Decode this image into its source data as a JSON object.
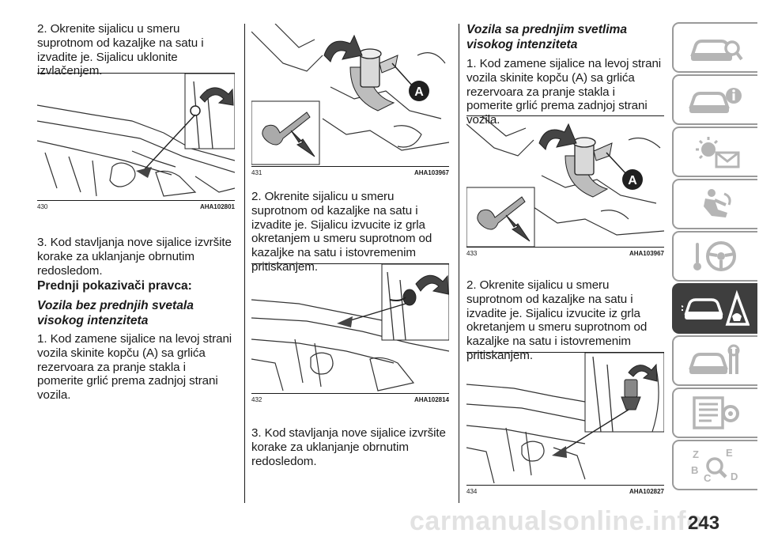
{
  "column1": {
    "p1": "2. Okrenite sijalicu u smeru suprotnom od kazaljke na satu i izvadite je. Sijalicu uklonite izvlačenjem.",
    "fig430": {
      "number": "430",
      "code": "AHA102801"
    },
    "p2": "3. Kod stavljanja nove sijalice izvršite korake za uklanjanje obrnutim redosledom.",
    "heading": "Prednji pokazivači pravca:",
    "subheading": "Vozila bez prednjih svetala visokog intenziteta",
    "p3": "1. Kod zamene sijalice na levoj strani vozila skinite kopču (A) sa grlića rezervoara za pranje stakla i pomerite grlić prema zadnjoj strani vozila."
  },
  "column2": {
    "fig431": {
      "number": "431",
      "code": "AHA103967",
      "label": "A"
    },
    "p1": "2. Okrenite sijalicu u smeru suprotnom od kazaljke na satu i izvadite je. Sijalicu izvucite iz grla okretanjem u smeru suprotnom od kazaljke na satu i istovremenim pritiskanjem.",
    "fig432": {
      "number": "432",
      "code": "AHA102814"
    },
    "p2": "3. Kod stavljanja nove sijalice izvršite korake za uklanjanje obrnutim redosledom."
  },
  "column3": {
    "subheading": "Vozila sa prednjim svetlima visokog intenziteta",
    "p1": "1. Kod zamene sijalice na levoj strani vozila skinite kopču (A) sa grlića rezervoara za pranje stakla i pomerite grlić prema zadnjoj strani vozila.",
    "fig433": {
      "number": "433",
      "code": "AHA103967",
      "label": "A"
    },
    "p2": "2. Okrenite sijalicu u smeru suprotnom od kazaljke na satu i izvadite je. Sijalicu izvucite iz grla okretanjem u smeru suprotnom od kazaljke na satu i istovremenim pritiskanjem.",
    "fig434": {
      "number": "434",
      "code": "AHA102827"
    }
  },
  "sidebar": {
    "tabs": [
      {
        "icon": "car-search-icon",
        "active": false
      },
      {
        "icon": "car-info-icon",
        "active": false
      },
      {
        "icon": "warning-light-envelope-icon",
        "active": false
      },
      {
        "icon": "seat-airbag-icon",
        "active": false
      },
      {
        "icon": "steering-wheel-icon",
        "active": false
      },
      {
        "icon": "car-emergency-icon",
        "active": true
      },
      {
        "icon": "car-wrench-icon",
        "active": false
      },
      {
        "icon": "checklist-tools-icon",
        "active": false
      },
      {
        "icon": "alphabetical-index-icon",
        "active": false
      }
    ],
    "index_letters": [
      "Z",
      "E",
      "B",
      "C",
      "D"
    ]
  },
  "page_number": "243",
  "watermark": "carmanualsonline.info",
  "colors": {
    "text": "#1a1a1a",
    "tab_border": "#9a9a9a",
    "tab_active": "#3e3e3e",
    "tab_icon": "#b5b5b5"
  }
}
